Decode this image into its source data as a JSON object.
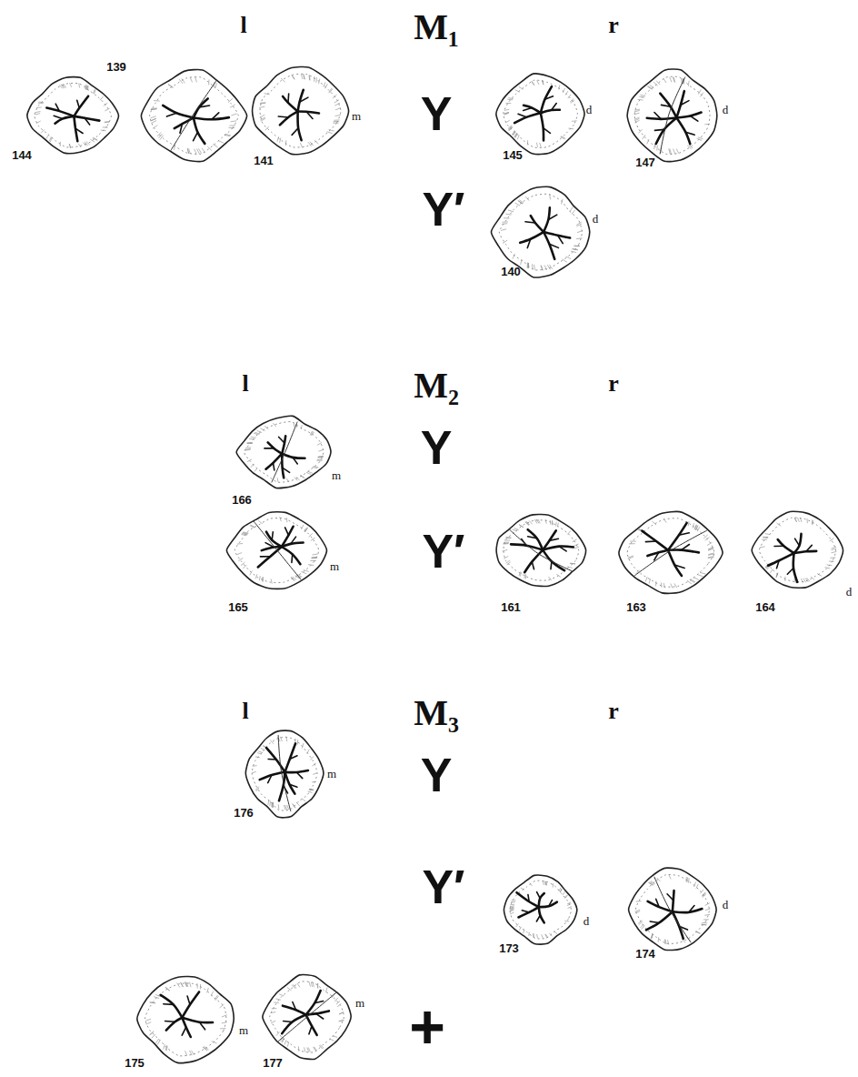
{
  "diagram": {
    "labels": [
      "l",
      "M₁",
      "r",
      "139",
      "144",
      "141",
      "m",
      "Y",
      "145",
      "d",
      "147",
      "d",
      "Y′",
      "140",
      "d",
      "l",
      "M₂",
      "r",
      "166",
      "m",
      "Y",
      "165",
      "m",
      "Y′",
      "161",
      "163",
      "164",
      "d",
      "l",
      "M₃",
      "r",
      "176",
      "m",
      "Y",
      "Y′",
      "173",
      "d",
      "174",
      "d",
      "175",
      "m",
      "177",
      "m",
      "+"
    ]
  }
}
